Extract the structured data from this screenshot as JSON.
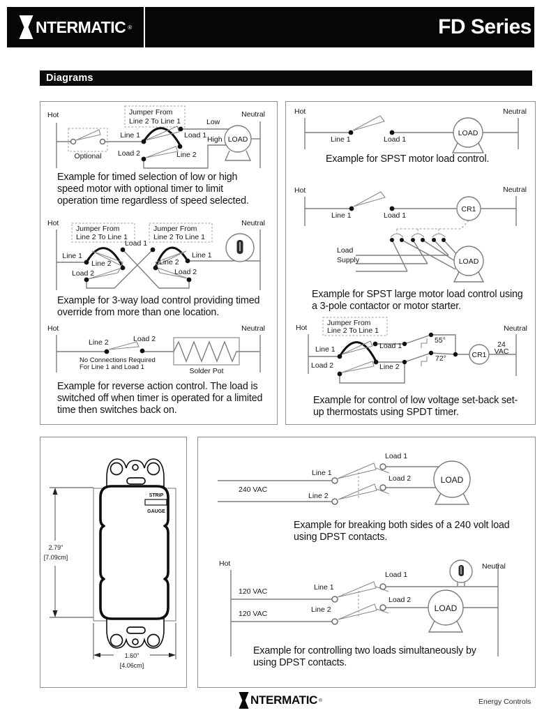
{
  "header": {
    "brand": "NTERMATIC",
    "brand_mark": "®",
    "product": "FD Series"
  },
  "section": {
    "title": "Diagrams"
  },
  "common": {
    "hot": "Hot",
    "neutral": "Neutral",
    "line1": "Line 1",
    "line2": "Line 2",
    "load1": "Load 1",
    "load2": "Load 2",
    "load": "LOAD",
    "cr1": "CR1",
    "jumper1": "Jumper From",
    "jumper2": "Line 2 To Line 1"
  },
  "d1": {
    "optional": "Optional",
    "low": "Low",
    "high": "High",
    "caption": "Example for timed selection of low or high speed motor with optional timer to limit operation time regardless of speed selected."
  },
  "d2": {
    "caption": "Example for 3-way load control providing timed override from more than one location."
  },
  "d3": {
    "note1": "No Connections Required",
    "note2": "For  Line 1 and Load 1",
    "solder": "Solder Pot",
    "caption": "Example for reverse action control.  The load is switched off when timer is operated for a limited time then switches back on."
  },
  "d4": {
    "caption": "Example for SPST motor load control."
  },
  "d5": {
    "load": "Load",
    "supply": "Supply",
    "caption": "Example for SPST large motor load control using a 3-pole contactor or motor starter."
  },
  "d6": {
    "t55": "55°",
    "t72": "72°",
    "v24": "24",
    "vac": "VAC",
    "caption": "Example for control of low voltage set-back set-up thermostats using SPDT timer."
  },
  "d7": {
    "v240": "240 VAC",
    "caption": "Example for breaking both sides of a 240 volt load using DPST contacts."
  },
  "d8": {
    "v120a": "120 VAC",
    "v120b": "120 VAC",
    "caption": "Example for controlling two loads simultaneously by using DPST contacts."
  },
  "device": {
    "strip": "STRIP",
    "gauge": "GAUGE",
    "height_in": "2.79\"",
    "height_cm": "[7.09cm]",
    "width_in": "1.60\"",
    "width_cm": "[4.06cm]"
  },
  "footer": {
    "brand": "NTERMATIC",
    "brand_mark": "®",
    "tagline": "Energy Controls"
  }
}
